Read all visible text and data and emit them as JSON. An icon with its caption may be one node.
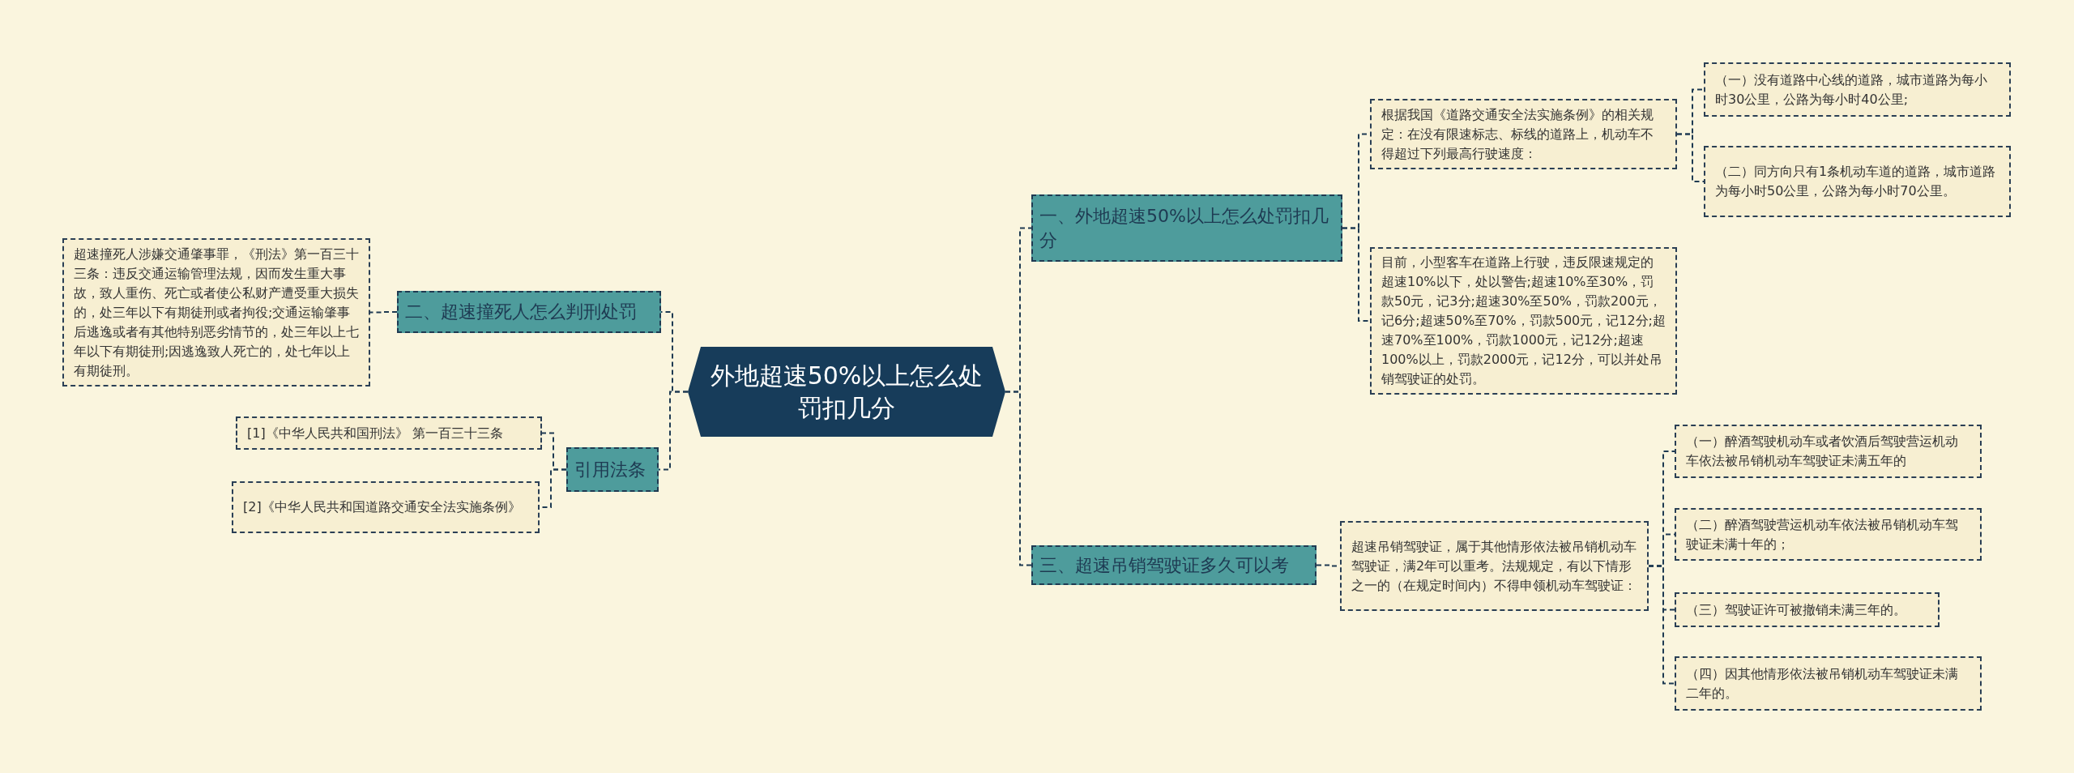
{
  "diagram": {
    "nodes": [
      {
        "text": [
          "外地超速50%以上怎么处罚扣几分"
        ]
      },
      {
        "text": [
          "一、外地超速50%以上怎么处罚扣几分"
        ]
      },
      {
        "text": [
          "根据我国《道路交通安全法实施条例》的相关规定：在没有限速标志、标线的道路上，机动车不得超过下列最高行驶速度："
        ]
      },
      {
        "text": [
          "（一）没有道路中心线的道路，城市道路为每小时30公里，公路为每小时40公里;"
        ]
      },
      {
        "text": [
          "（二）同方向只有1条机动车道的道路，城市道路为每小时50公里，公路为每小时70公里。"
        ]
      },
      {
        "text": [
          "目前，小型客车在道路上行驶，违反限速规定的超速10%以下，处以警告;超速10%至30%，罚款50元，记3分;超速30%至50%，罚款200元，记6分;超速50%至70%，罚款500元，记12分;超速70%至100%，罚款1000元，记12分;超速100%以上，罚款2000元，记12分，可以并处吊销驾驶证的处罚。"
        ]
      },
      {
        "text": [
          "三、超速吊销驾驶证多久可以考"
        ]
      },
      {
        "text": [
          "超速吊销驾驶证，属于其他情形依法被吊销机动车驾驶证，满2年可以重考。法规规定，有以下情形之一的（在规定时间内）不得申领机动车驾驶证："
        ]
      },
      {
        "text": [
          "（一）醉酒驾驶机动车或者饮酒后驾驶营运机动车依法被吊销机动车驾驶证未满五年的"
        ]
      },
      {
        "text": [
          "（二）醉酒驾驶营运机动车依法被吊销机动车驾驶证未满十年的；"
        ]
      },
      {
        "text": [
          "（三）驾驶证许可被撤销未满三年的。"
        ]
      },
      {
        "text": [
          "（四）因其他情形依法被吊销机动车驾驶证未满二年的。"
        ]
      },
      {
        "text": [
          "二、超速撞死人怎么判刑处罚"
        ]
      },
      {
        "text": [
          "超速撞死人涉嫌交通肇事罪，《刑法》第一百三十三条：违反交通运输管理法规，因而发生重大事故，致人重伤、死亡或者使公私财产遭受重大损失的，处三年以下有期徒刑或者拘役;交通运输肇事后逃逸或者有其他特别恶劣情节的，处三年以上七年以下有期徒刑;因逃逸致人死亡的，处七年以上有期徒刑。"
        ]
      },
      {
        "text": [
          "引用法条"
        ]
      },
      {
        "text": [
          "[1]《中华人民共和国刑法》 第一百三十三条"
        ]
      },
      {
        "text": [
          "[2]《中华人民共和国道路交通安全法实施条例》"
        ]
      }
    ],
    "edges": [
      {
        "from": 0,
        "to": 1,
        "arrow": "none"
      },
      {
        "from": 1,
        "to": 2,
        "arrow": "none"
      },
      {
        "from": 2,
        "to": 3,
        "arrow": "none"
      },
      {
        "from": 2,
        "to": 4,
        "arrow": "none"
      },
      {
        "from": 1,
        "to": 5,
        "arrow": "none"
      },
      {
        "from": 0,
        "to": 6,
        "arrow": "none"
      },
      {
        "from": 6,
        "to": 7,
        "arrow": "none"
      },
      {
        "from": 7,
        "to": 8,
        "arrow": "none"
      },
      {
        "from": 7,
        "to": 9,
        "arrow": "none"
      },
      {
        "from": 7,
        "to": 10,
        "arrow": "none"
      },
      {
        "from": 7,
        "to": 11,
        "arrow": "none"
      },
      {
        "from": 0,
        "to": 12,
        "arrow": "none"
      },
      {
        "from": 12,
        "to": 13,
        "arrow": "none"
      },
      {
        "from": 0,
        "to": 14,
        "arrow": "none"
      },
      {
        "from": 14,
        "to": 15,
        "arrow": "none"
      },
      {
        "from": 14,
        "to": 16,
        "arrow": "none"
      }
    ]
  }
}
